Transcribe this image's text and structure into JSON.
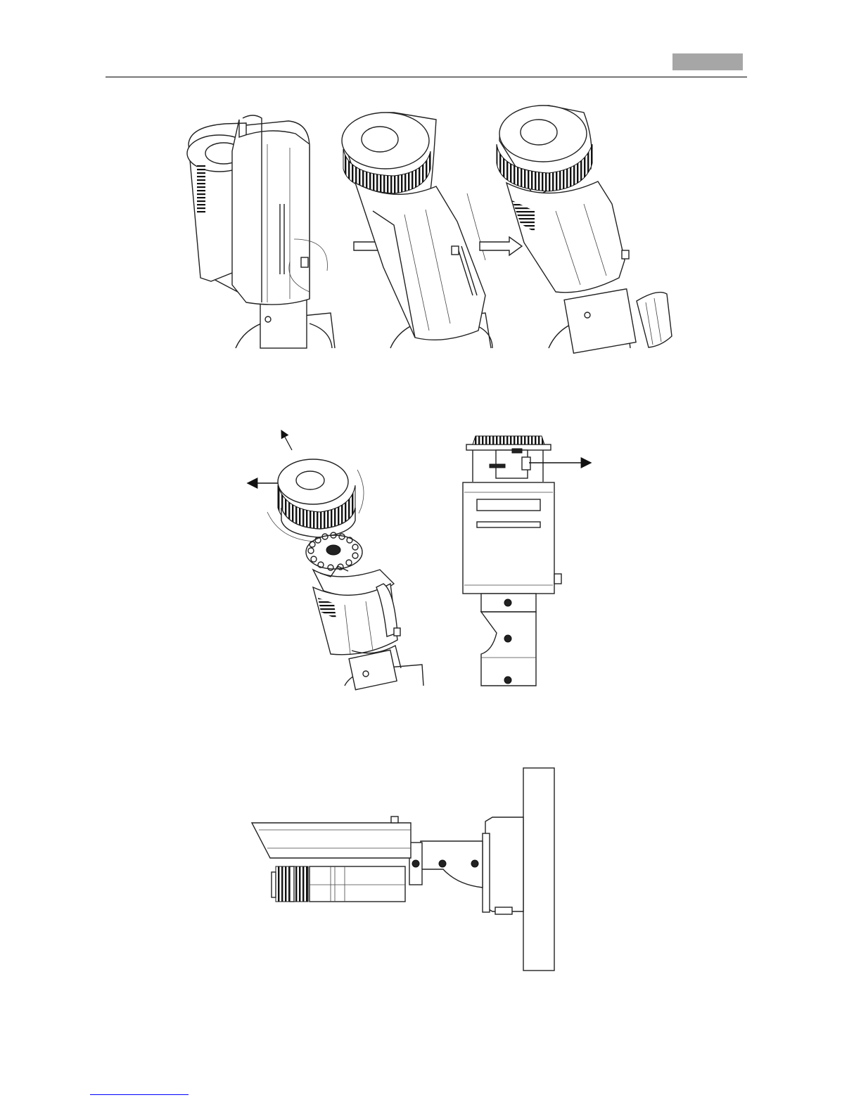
{
  "colors": {
    "header_tab": "#a6a6a6",
    "rule": "#000000",
    "footer_link": "#0000ff"
  },
  "figures": [
    {
      "id": "sunshield-removal-sequence",
      "icon": "camera-sunshield-slide-off-drawing"
    },
    {
      "id": "lens-cover-and-ir-board",
      "icon": "camera-front-cover-exploded-drawing"
    },
    {
      "id": "wall-mounted-side-view",
      "icon": "camera-wall-mount-side-drawing"
    }
  ]
}
